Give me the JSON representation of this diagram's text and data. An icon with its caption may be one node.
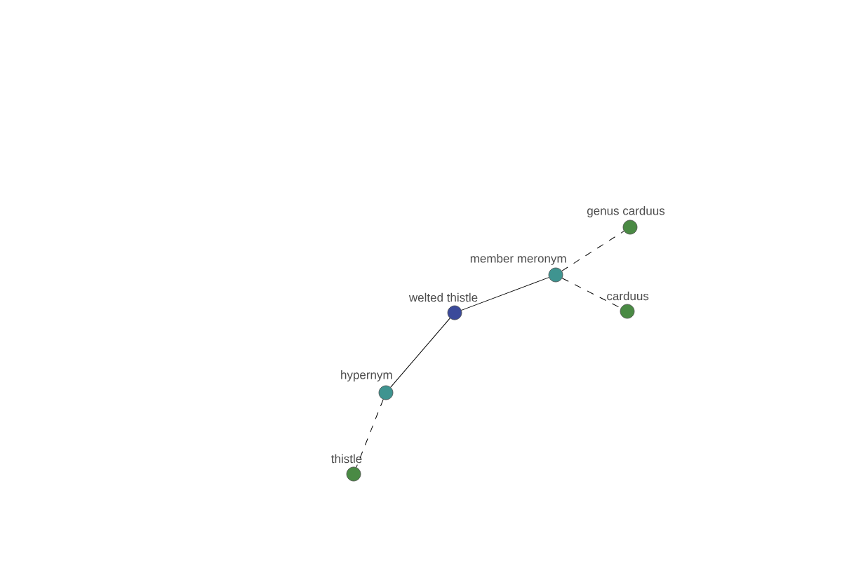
{
  "diagram": {
    "nodes": [
      {
        "text": [
          "welted thistle"
        ]
      },
      {
        "text": [
          "member meronym"
        ]
      },
      {
        "text": [
          "genus carduus"
        ]
      },
      {
        "text": [
          "carduus"
        ]
      },
      {
        "text": [
          "hypernym"
        ]
      },
      {
        "text": [
          "thistle"
        ]
      }
    ],
    "edges": [
      {
        "from": 0,
        "to": 1,
        "arrow": "none"
      },
      {
        "from": 1,
        "to": 2,
        "arrow": "none",
        "style": "dashed"
      },
      {
        "from": 1,
        "to": 3,
        "arrow": "none",
        "style": "dashed"
      },
      {
        "from": 0,
        "to": 4,
        "arrow": "none"
      },
      {
        "from": 4,
        "to": 5,
        "arrow": "none",
        "style": "dashed"
      }
    ]
  }
}
